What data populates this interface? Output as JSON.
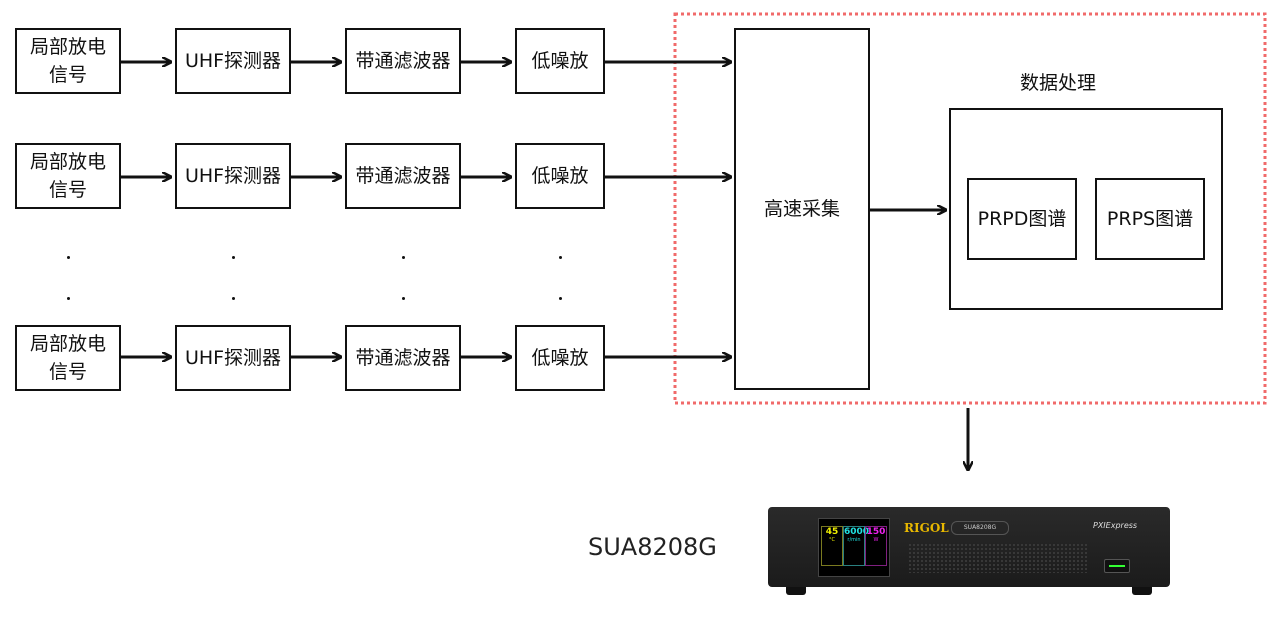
{
  "rows": [
    {
      "source": "局部放电\n信号",
      "detector": "UHF探测器",
      "filter": "带通滤波器",
      "lna": "低噪放"
    },
    {
      "source": "局部放电\n信号",
      "detector": "UHF探测器",
      "filter": "带通滤波器",
      "lna": "低噪放"
    },
    {
      "source": "局部放电\n信号",
      "detector": "UHF探测器",
      "filter": "带通滤波器",
      "lna": "低噪放"
    }
  ],
  "acquisition": "高速采集",
  "processing": {
    "title": "数据处理",
    "prpd": "PRPD图谱",
    "prps": "PRPS图谱"
  },
  "device": {
    "model_label": "SUA8208G",
    "brand": "RIGOL",
    "badge": "SUA8208G",
    "bus": "PXIExpress",
    "temp": "45",
    "temp_unit": "°C",
    "speed": "6000",
    "speed_unit": "r/min",
    "power": "150",
    "power_unit": "W"
  },
  "colors": {
    "dashed": "#f06a6a",
    "brand": "#e8b800"
  }
}
